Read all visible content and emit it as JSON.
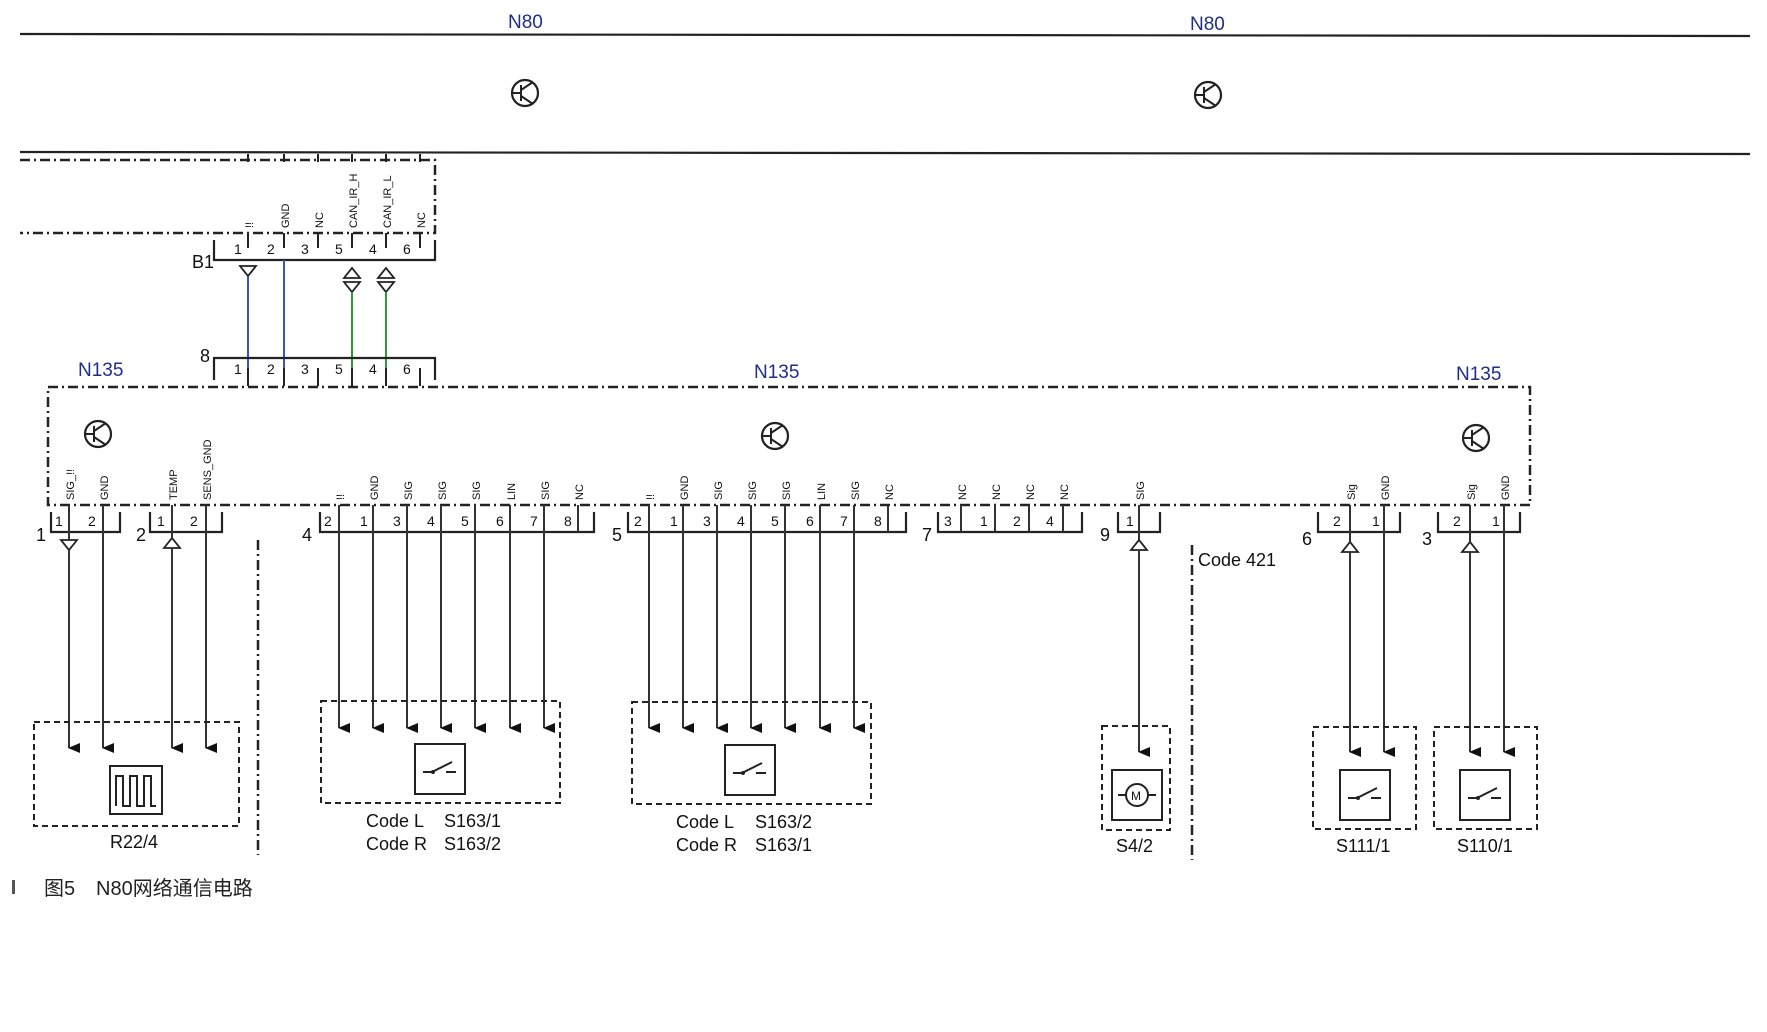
{
  "modules": {
    "n80_left": "N80",
    "n80_right": "N80",
    "n135_left": "N135",
    "n135_mid": "N135",
    "n135_right": "N135"
  },
  "connectors": {
    "b1": {
      "label": "B1",
      "pins": [
        "1",
        "2",
        "3",
        "5",
        "4",
        "6"
      ],
      "signals": [
        "!!",
        "GND",
        "NC",
        "CAN_IR_H",
        "CAN_IR_L",
        "NC"
      ]
    },
    "c8": {
      "label": "8",
      "pins": [
        "1",
        "2",
        "3",
        "5",
        "4",
        "6"
      ]
    },
    "c1": {
      "label": "1",
      "pins": [
        "1",
        "2"
      ],
      "signals": [
        "SIG_!!",
        "GND"
      ]
    },
    "c2": {
      "label": "2",
      "pins": [
        "1",
        "2"
      ],
      "signals": [
        "TEMP",
        "SENS_GND"
      ]
    },
    "c4": {
      "label": "4",
      "pins": [
        "2",
        "1",
        "3",
        "4",
        "5",
        "6",
        "7",
        "8"
      ],
      "signals": [
        "!!",
        "GND",
        "SIG",
        "SIG",
        "SIG",
        "LIN",
        "SIG",
        "NC"
      ]
    },
    "c5": {
      "label": "5",
      "pins": [
        "2",
        "1",
        "3",
        "4",
        "5",
        "6",
        "7",
        "8"
      ],
      "signals": [
        "!!",
        "GND",
        "SIG",
        "SIG",
        "SIG",
        "LIN",
        "SIG",
        "NC"
      ]
    },
    "c7": {
      "label": "7",
      "pins": [
        "3",
        "1",
        "2",
        "4"
      ],
      "signals": [
        "NC",
        "NC",
        "NC",
        "NC"
      ]
    },
    "c9": {
      "label": "9",
      "pins": [
        "1"
      ],
      "signals": [
        "SIG"
      ]
    },
    "c6": {
      "label": "6",
      "pins": [
        "2",
        "1"
      ],
      "signals": [
        "Sig",
        "GND"
      ]
    },
    "c3": {
      "label": "3",
      "pins": [
        "2",
        "1"
      ],
      "signals": [
        "Sig",
        "GND"
      ]
    }
  },
  "code421": "Code 421",
  "components": {
    "r22": "R22/4",
    "s163a": {
      "l_key": "Code L",
      "l_val": "S163/1",
      "r_key": "Code R",
      "r_val": "S163/2"
    },
    "s163b": {
      "l_key": "Code L",
      "l_val": "S163/2",
      "r_key": "Code R",
      "r_val": "S163/1"
    },
    "s4": "S4/2",
    "s111": "S111/1",
    "s110": "S110/1"
  },
  "caption": {
    "fig": "图5",
    "text": "N80网络通信电路"
  },
  "colors": {
    "module_label": "#1f2e86",
    "wire_blue": "#3a56b8",
    "wire_green": "#2f9a3a"
  }
}
